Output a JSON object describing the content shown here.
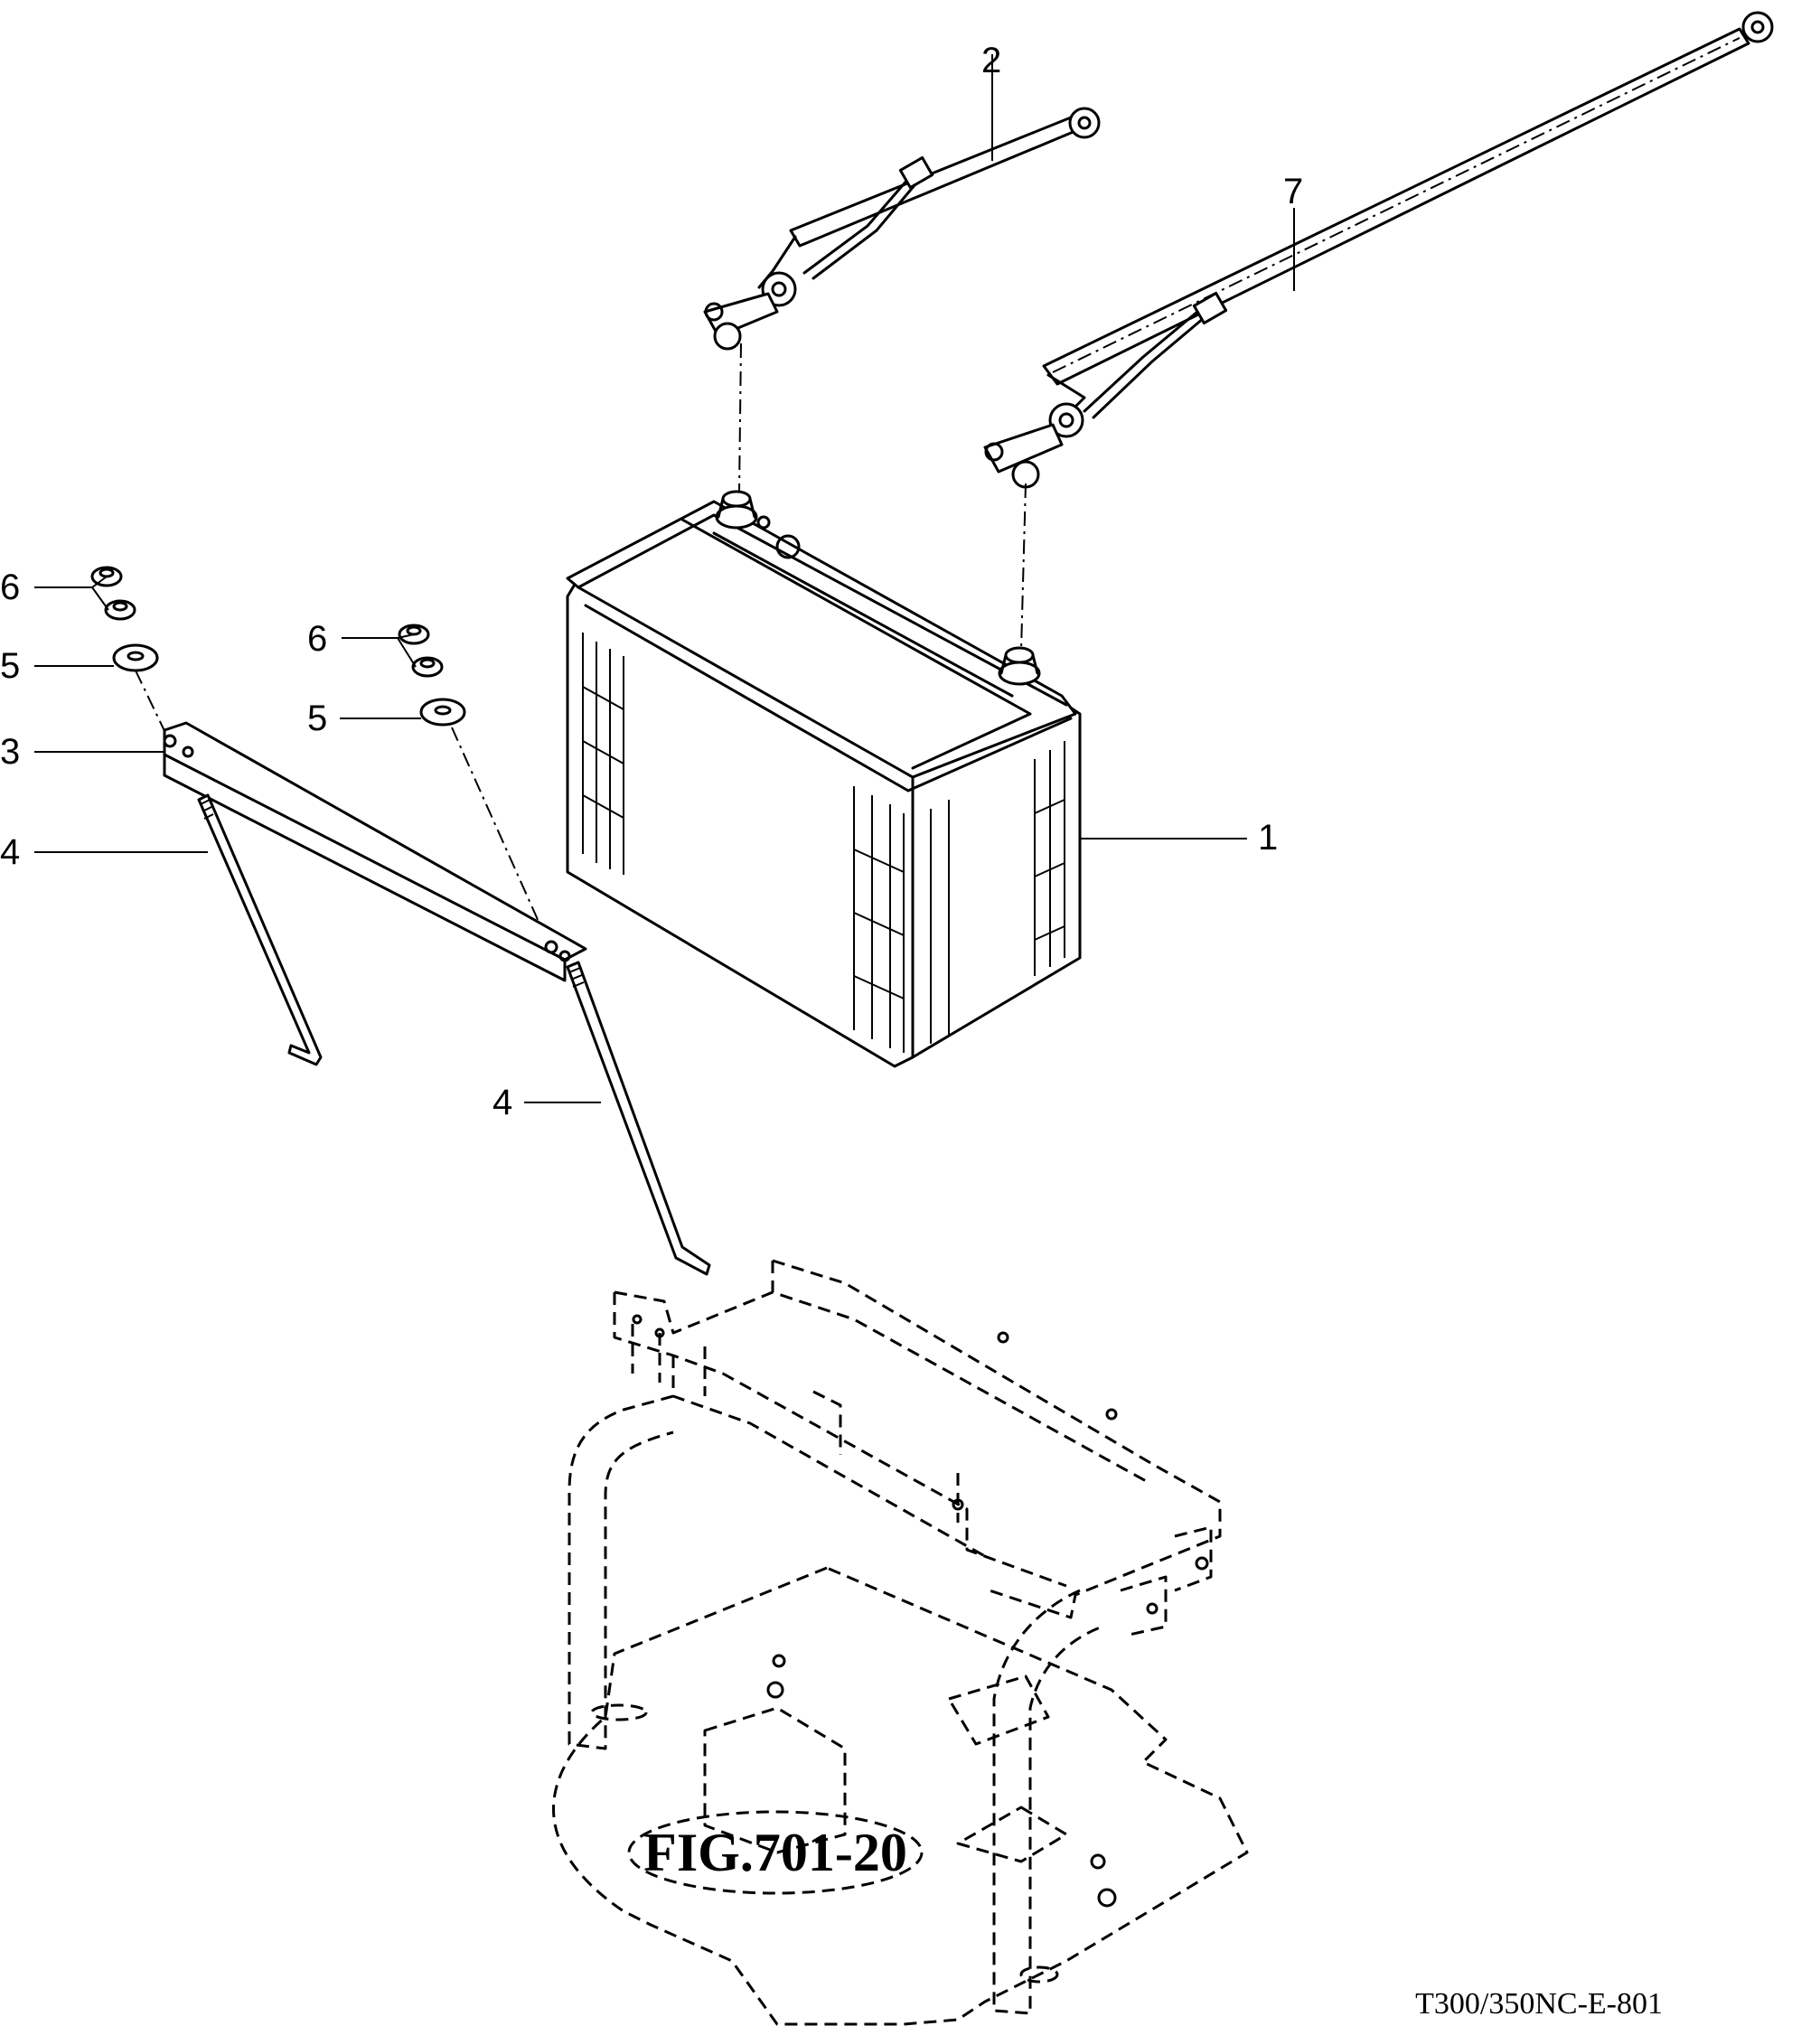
{
  "figure_reference": "FIG.701-20",
  "drawing_number": "T300/350NC-E-801",
  "callouts": {
    "battery": "1",
    "cable_negative": "2",
    "hold_down_bracket": "3",
    "rod_left": "4",
    "rod_right": "4",
    "washer_left": "5",
    "washer_right": "5",
    "nut_left": "6",
    "nut_right": "6",
    "cable_positive": "7"
  }
}
